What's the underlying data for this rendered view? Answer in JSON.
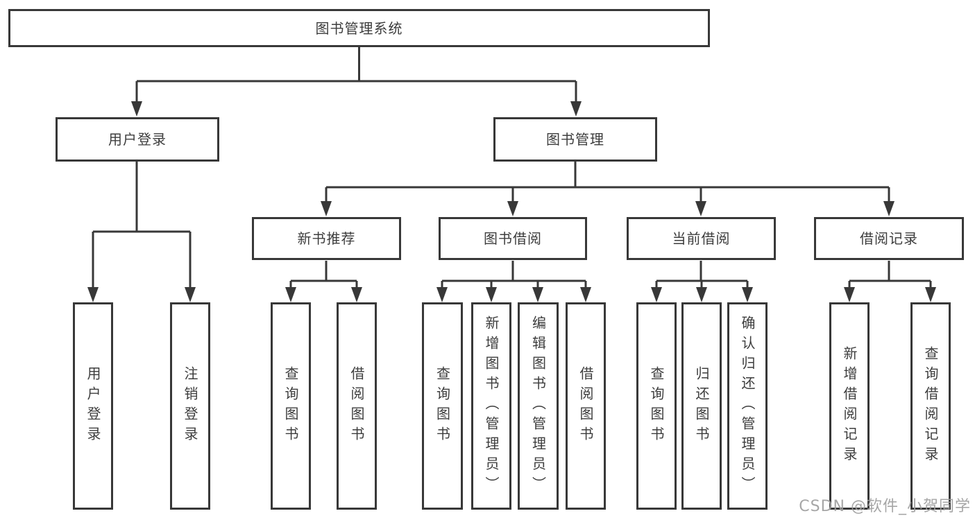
{
  "tree": {
    "label": "图书管理系统",
    "children": [
      {
        "label": "用户登录",
        "children": [
          {
            "label": "用户登录"
          },
          {
            "label": "注销登录"
          }
        ]
      },
      {
        "label": "图书管理",
        "children": [
          {
            "label": "新书推荐",
            "children": [
              {
                "label": "查询图书"
              },
              {
                "label": "借阅图书"
              }
            ]
          },
          {
            "label": "图书借阅",
            "children": [
              {
                "label": "查询图书"
              },
              {
                "label": "新增图书（管理员）"
              },
              {
                "label": "编辑图书（管理员）"
              },
              {
                "label": "借阅图书"
              }
            ]
          },
          {
            "label": "当前借阅",
            "children": [
              {
                "label": "查询图书"
              },
              {
                "label": "归还图书"
              },
              {
                "label": "确认归还（管理员）"
              }
            ]
          },
          {
            "label": "借阅记录",
            "children": [
              {
                "label": "新增借阅记录"
              },
              {
                "label": "查询借阅记录"
              }
            ]
          }
        ]
      }
    ]
  },
  "watermark": "CSDN @软件_小贺同学",
  "colors": {
    "line": "#383838",
    "text": "#3d3d3d",
    "watermark": "#9e9e9e",
    "background": "#ffffff"
  }
}
